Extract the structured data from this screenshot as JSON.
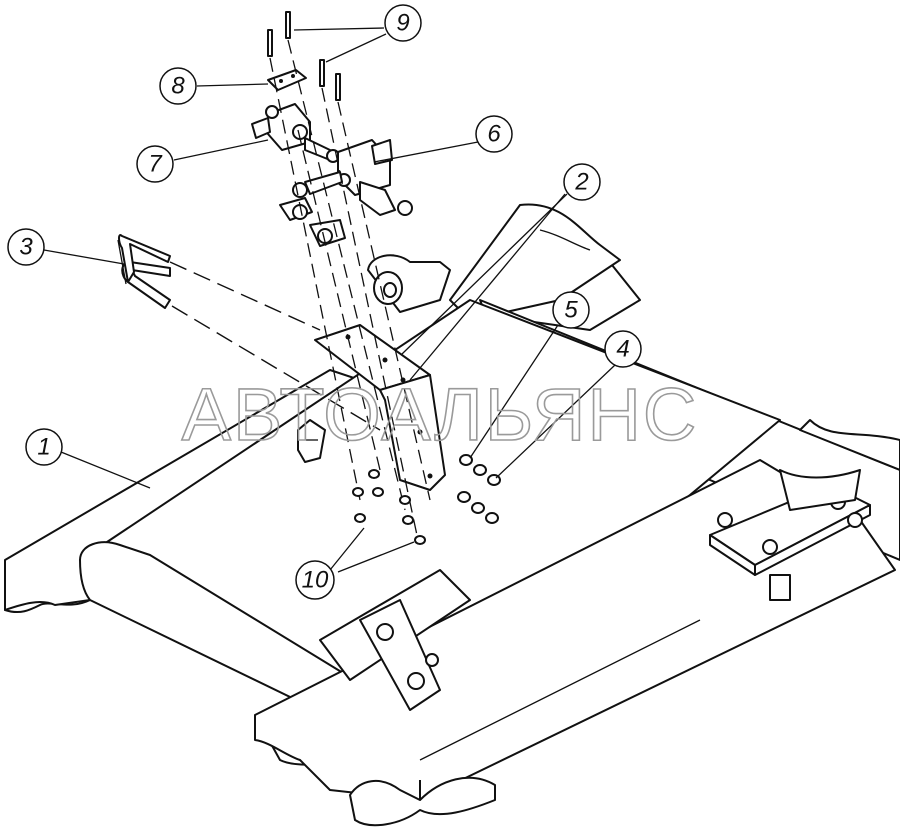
{
  "watermark": "АВТОАЛЬЯНС",
  "callouts": [
    {
      "id": "c1",
      "label": "1"
    },
    {
      "id": "c2",
      "label": "2"
    },
    {
      "id": "c3",
      "label": "3"
    },
    {
      "id": "c4",
      "label": "4"
    },
    {
      "id": "c5",
      "label": "5"
    },
    {
      "id": "c6",
      "label": "6"
    },
    {
      "id": "c7",
      "label": "7"
    },
    {
      "id": "c8",
      "label": "8"
    },
    {
      "id": "c9",
      "label": "9"
    },
    {
      "id": "c10",
      "label": "10"
    }
  ]
}
